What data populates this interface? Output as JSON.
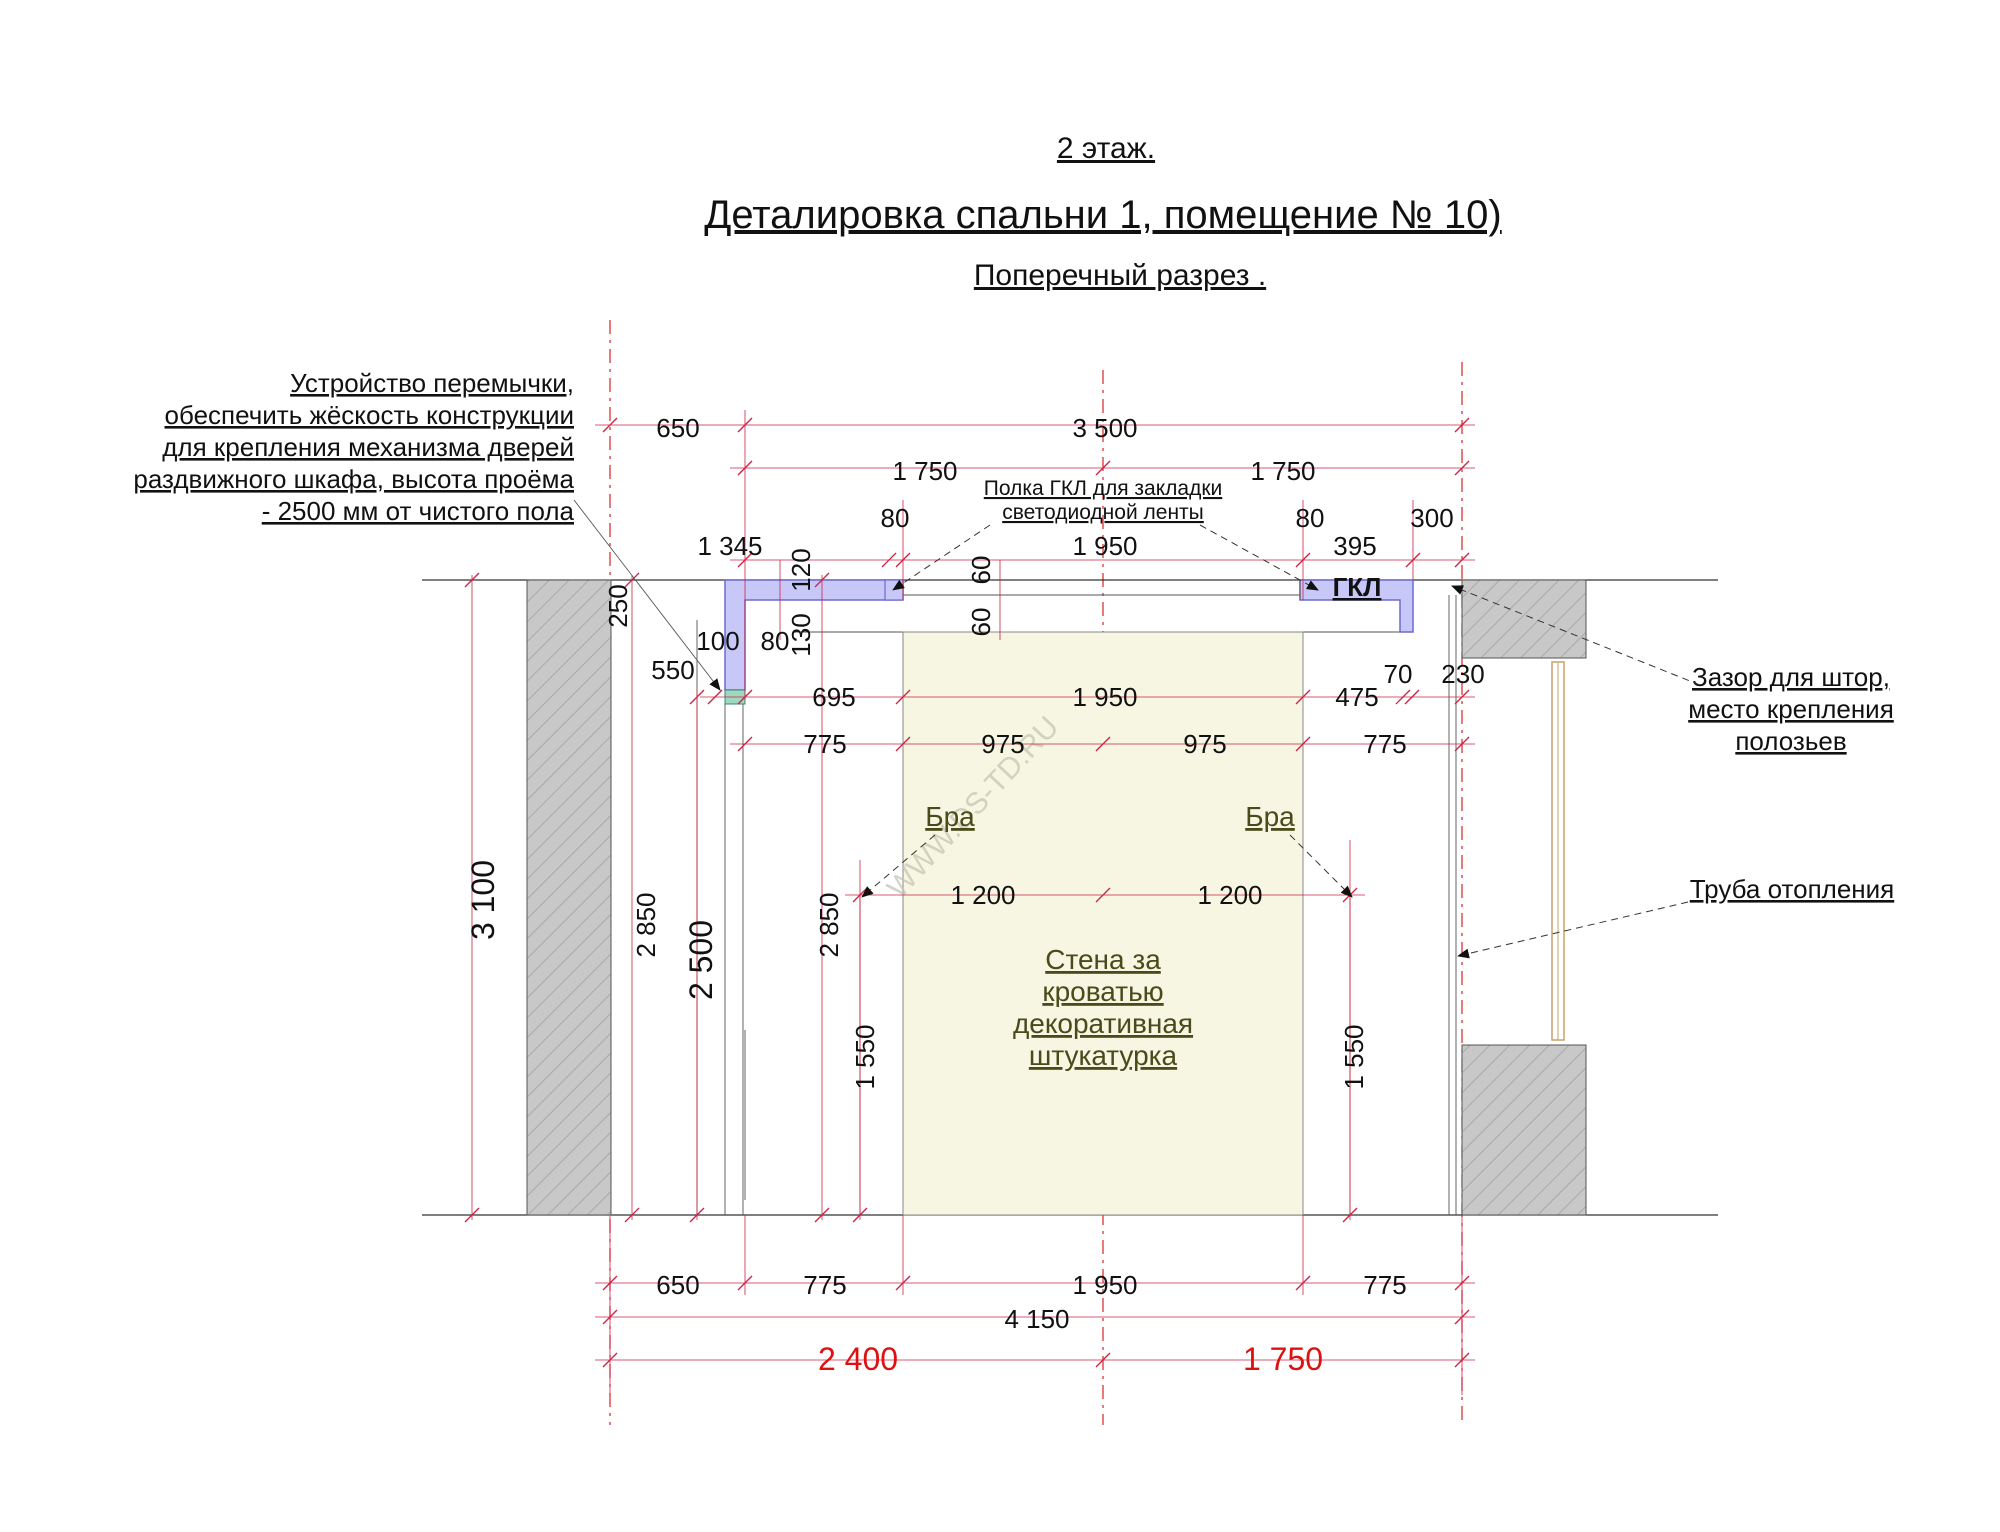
{
  "header": {
    "floor": "2 этаж.",
    "title": "Деталировка  спальни 1, помещение  № 10)",
    "subtitle": "Поперечный разрез ."
  },
  "notes": {
    "lintel": [
      "Устройство перемычки,",
      "обеспечить жёскость конструкции",
      "для  крепления механизма дверей",
      "раздвижного шкафа, высота проёма",
      "- 2500 мм от чистого пола"
    ],
    "shelf": [
      "Полка ГКЛ для закладки",
      "светодиодной ленты"
    ],
    "curtain": [
      "Зазор для штор,",
      "место крепления",
      "полозьев"
    ],
    "pipe": "Труба отопления",
    "gkl": "ГКЛ",
    "sconce_left": "Бра",
    "sconce_right": "Бра",
    "wall": [
      "Стена за",
      "кроватью",
      "декоративная",
      "штукатурка"
    ],
    "watermark": "WWW.DS-TD.RU"
  },
  "dimensions": {
    "top": {
      "row1": [
        "650",
        "3 500"
      ],
      "row2": [
        "1 750",
        "1 750"
      ],
      "row3": [
        "80",
        "80",
        "300"
      ],
      "row4": [
        "1 345",
        "1 950",
        "395"
      ],
      "vertical_60_top": "60",
      "vertical_60_bottom": "60",
      "v120": "120",
      "v130": "130",
      "v250": "250"
    },
    "middle": {
      "left_100": "100",
      "left_80": "80",
      "left_550": "550",
      "right_70": "70",
      "right_230": "230",
      "row_a": [
        "695",
        "1 950",
        "475"
      ],
      "row_b": [
        "775",
        "975",
        "975",
        "775"
      ],
      "row_c": [
        "1 200",
        "1 200"
      ]
    },
    "vertical": {
      "v3100": "3 100",
      "v2850_outer": "2 850",
      "v2500": "2 500",
      "v2850_inner": "2 850",
      "v1550_left": "1 550",
      "v1550_right": "1 550"
    },
    "bottom": {
      "row1": [
        "650",
        "775",
        "1 950",
        "775"
      ],
      "total": "4 150",
      "red": [
        "2 400",
        "1 750"
      ]
    }
  },
  "colors": {
    "wall_hatch": "#c8c8c8",
    "gkl_fill": "#c8c8f8",
    "gkl_stroke": "#6a6ad0",
    "bed_wall": "#f6f6e2",
    "lintel": "#9fd8c0",
    "red_dim": "#dd1111",
    "axis": "#dd3333"
  }
}
